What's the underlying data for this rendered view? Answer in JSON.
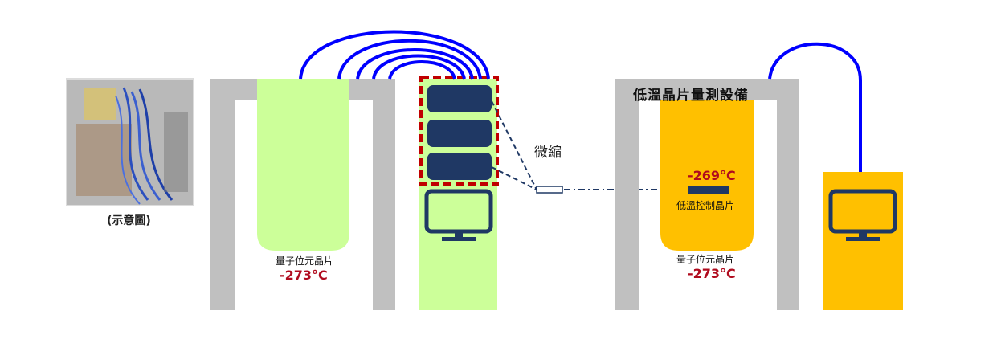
{
  "photo_caption": "(示意圖)",
  "left_system": {
    "qubit_label": "量子位元晶片",
    "qubit_temp": "-273°C"
  },
  "arrow_label": "微縮",
  "right_system": {
    "title": "低溫晶片量測設備",
    "control_temp": "-269°C",
    "control_label": "低溫控制晶片",
    "qubit_label": "量子位元晶片",
    "qubit_temp": "-273°C"
  },
  "colors": {
    "green_fill": "#ccff99",
    "orange_fill": "#ffc000",
    "gray_frame": "#c0c0c0",
    "navy": "#1f3864",
    "cable_blue": "#0000ff",
    "dashed_red": "#c00000",
    "temp_red": "#b00b1e"
  },
  "icons": [
    "monitor-icon",
    "cable-icon",
    "rack-module-icon",
    "cryo-photo"
  ]
}
